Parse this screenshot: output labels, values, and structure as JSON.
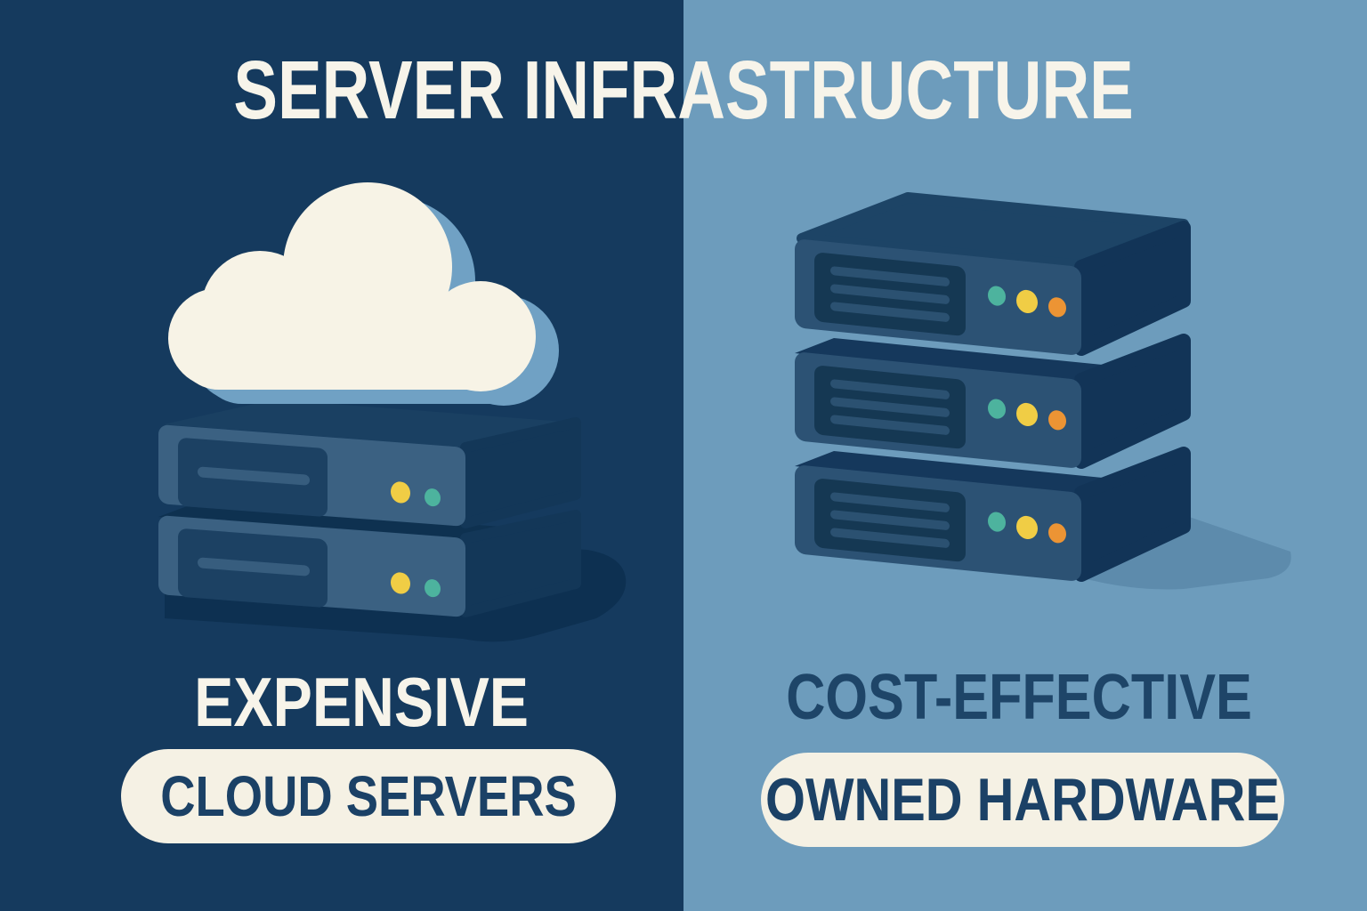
{
  "title": "SERVER INFRASTRUCTURE",
  "left_panel": {
    "tagline": "EXPENSIVE",
    "pill_label": "CLOUD SERVERS",
    "illustration": {
      "icon": "cloud-icon",
      "server_units": 2,
      "led_colors_left_to_right": [
        "yellow",
        "teal"
      ],
      "vent_slats_per_unit": 1
    }
  },
  "right_panel": {
    "tagline": "COST-EFFECTIVE",
    "pill_label": "OWNED HARDWARE",
    "illustration": {
      "icon": "server-stack-icon",
      "server_units": 3,
      "led_colors_left_to_right": [
        "teal",
        "yellow",
        "orange"
      ],
      "vent_slats_per_unit": 3
    }
  },
  "colors": {
    "left_bg": "#153a5e",
    "right_bg": "#6d9cbc",
    "title": "#f7f4ea",
    "cream": "#f5f1e4",
    "navy_text": "#1b4166",
    "right_tagline": "#1e4568",
    "cloud": "#f7f3e6",
    "cloud_shadow": "#70a1c4",
    "srv_front_left": "#3b6182",
    "srv_vent_left": "#1c4163",
    "srv_slat_left": "#375d7e",
    "srv_top_left": "#1a4062",
    "srv_side_left": "#133758",
    "left_shadow": "#0d3051",
    "left_lip": "#0e3150",
    "srv_front_right": "#2c5274",
    "srv_vent_right": "#153853",
    "srv_slat_right": "#2b5171",
    "srv_top_right": "#1d4466",
    "srv_side_right": "#123457",
    "right_shadow": "#5d8bac",
    "right_lip": "#15385c",
    "led_yellow": "#f0cd45",
    "led_teal": "#4db39e",
    "led_orange": "#ec9434"
  }
}
